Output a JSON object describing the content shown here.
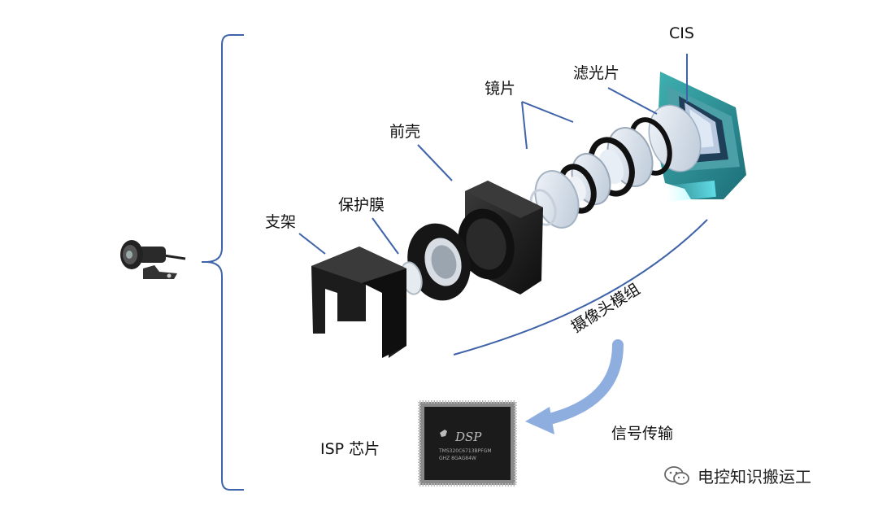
{
  "labels": {
    "cis": "CIS",
    "filter": "滤光片",
    "lens": "镜片",
    "front_shell": "前壳",
    "protective_film": "保护膜",
    "bracket": "支架",
    "camera_module": "摄像头模组",
    "signal_transmission": "信号传输",
    "isp_chip": "ISP 芯片"
  },
  "chip": {
    "brand": "DSP",
    "line1": "TMS320C6713BPFGM",
    "line2": "GHZ 8GAG84W"
  },
  "watermark": "电控知识搬运工",
  "colors": {
    "bracket_line": "#3f63a8",
    "arrow": "#8faee0",
    "part_black": "#1a1a1a",
    "pcb_teal": "#2f8f95"
  }
}
